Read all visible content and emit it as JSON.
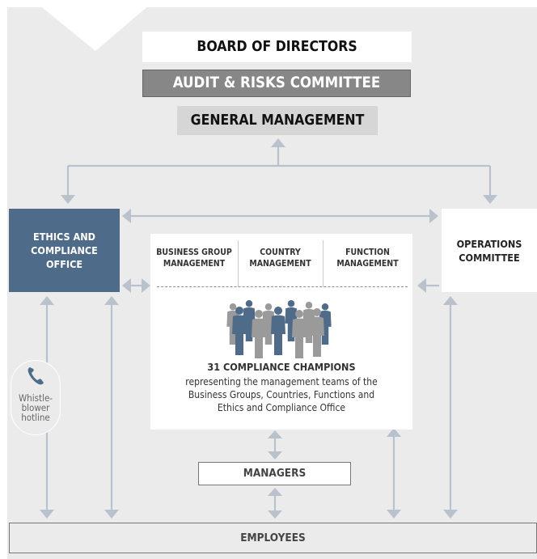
{
  "board": {
    "label": "BOARD OF DIRECTORS"
  },
  "audit": {
    "label": "AUDIT & RISKS COMMITTEE"
  },
  "general_management": {
    "label": "GENERAL MANAGEMENT"
  },
  "ethics_office": {
    "label": "ETHICS AND COMPLIANCE OFFICE"
  },
  "operations": {
    "label": "OPERATIONS COMMITTEE"
  },
  "management_units": [
    {
      "line1": "BUSINESS GROUP",
      "line2": "MANAGEMENT"
    },
    {
      "line1": "COUNTRY",
      "line2": "MANAGEMENT"
    },
    {
      "line1": "FUNCTION",
      "line2": "MANAGEMENT"
    }
  ],
  "champions": {
    "title": "31 COMPLIANCE CHAMPIONS",
    "desc_line1": "representing the management teams of the",
    "desc_line2": "Business Groups, Countries, Functions and",
    "desc_line3": "Ethics and Compliance Office"
  },
  "hotline": {
    "line1": "Whistle-",
    "line2": "blower",
    "line3": "hotline"
  },
  "managers": {
    "label": "MANAGERS"
  },
  "employees": {
    "label": "EMPLOYEES"
  },
  "colors": {
    "ethics_blue": "#4f6b8a",
    "arrow": "#b9c2cc",
    "panel": "#ebebeb",
    "dark_grey": "#878787"
  }
}
